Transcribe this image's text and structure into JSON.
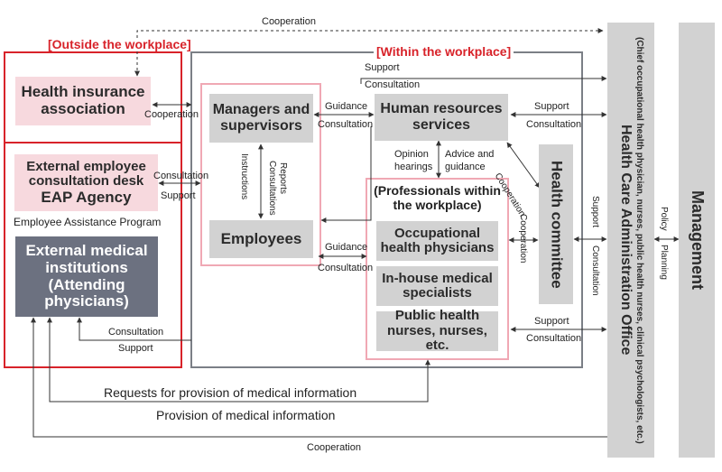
{
  "colors": {
    "outside_frame": "#d8232a",
    "inside_frame": "#7b7f86",
    "pink_frame": "#f0a8b4",
    "gray_box": "#d2d2d2",
    "pink_box": "#f7d9de",
    "dark_box": "#6c7180",
    "label_red": "#d8232a"
  },
  "regions": {
    "outside": "[Outside the workplace]",
    "within": "[Within the workplace]"
  },
  "nodes": {
    "health_insurance": "Health insurance association",
    "eap_line1": "External employee consultation desk",
    "eap_line2": "EAP Agency",
    "eap_caption": "Employee Assistance Program",
    "external_medical": "External medical institutions (Attending physicians)",
    "managers": "Managers and supervisors",
    "employees": "Employees",
    "hr": "Human resources services",
    "professionals_title": "(Professionals within the workplace)",
    "occupational": "Occupational health physicians",
    "inhouse": "In-house medical specialists",
    "nurses": "Public health nurses, nurses, etc.",
    "health_committee": "Health committee",
    "hcao_title": "Health Care Administration Office",
    "hcao_sub": "(Chief occupational health physician, nurses, public health nurses, clinical psychologists, etc.)",
    "management": "Management"
  },
  "labels": {
    "cooperation_top": "Cooperation",
    "cooperation_bottom": "Cooperation",
    "cooperation_hia": "Cooperation",
    "consultation_eap": "Consultation",
    "support_eap": "Support",
    "consultation_ext": "Consultation",
    "support_ext": "Support",
    "guidance_1": "Guidance",
    "consultation_1": "Consultation",
    "guidance_2": "Guidance",
    "consultation_2": "Consultation",
    "support_top": "Support",
    "consultation_top": "Consultation",
    "support_hr": "Support",
    "consultation_hr": "Consultation",
    "support_nurses": "Support",
    "consultation_nurses": "Consultation",
    "reports": "Reports",
    "consultations": "Consultations",
    "instructions": "Instructions",
    "opinion_hearings": "Opinion hearings",
    "advice_guidance": "Advice and guidance",
    "cooperation_diag": "Cooperation",
    "cooperation_prof": "Cooperation",
    "support_hc": "Support",
    "consultation_hc": "Consultation",
    "policy": "Policy",
    "planning": "Planning",
    "requests": "Requests for provision of medical information",
    "provision": "Provision of medical information"
  }
}
